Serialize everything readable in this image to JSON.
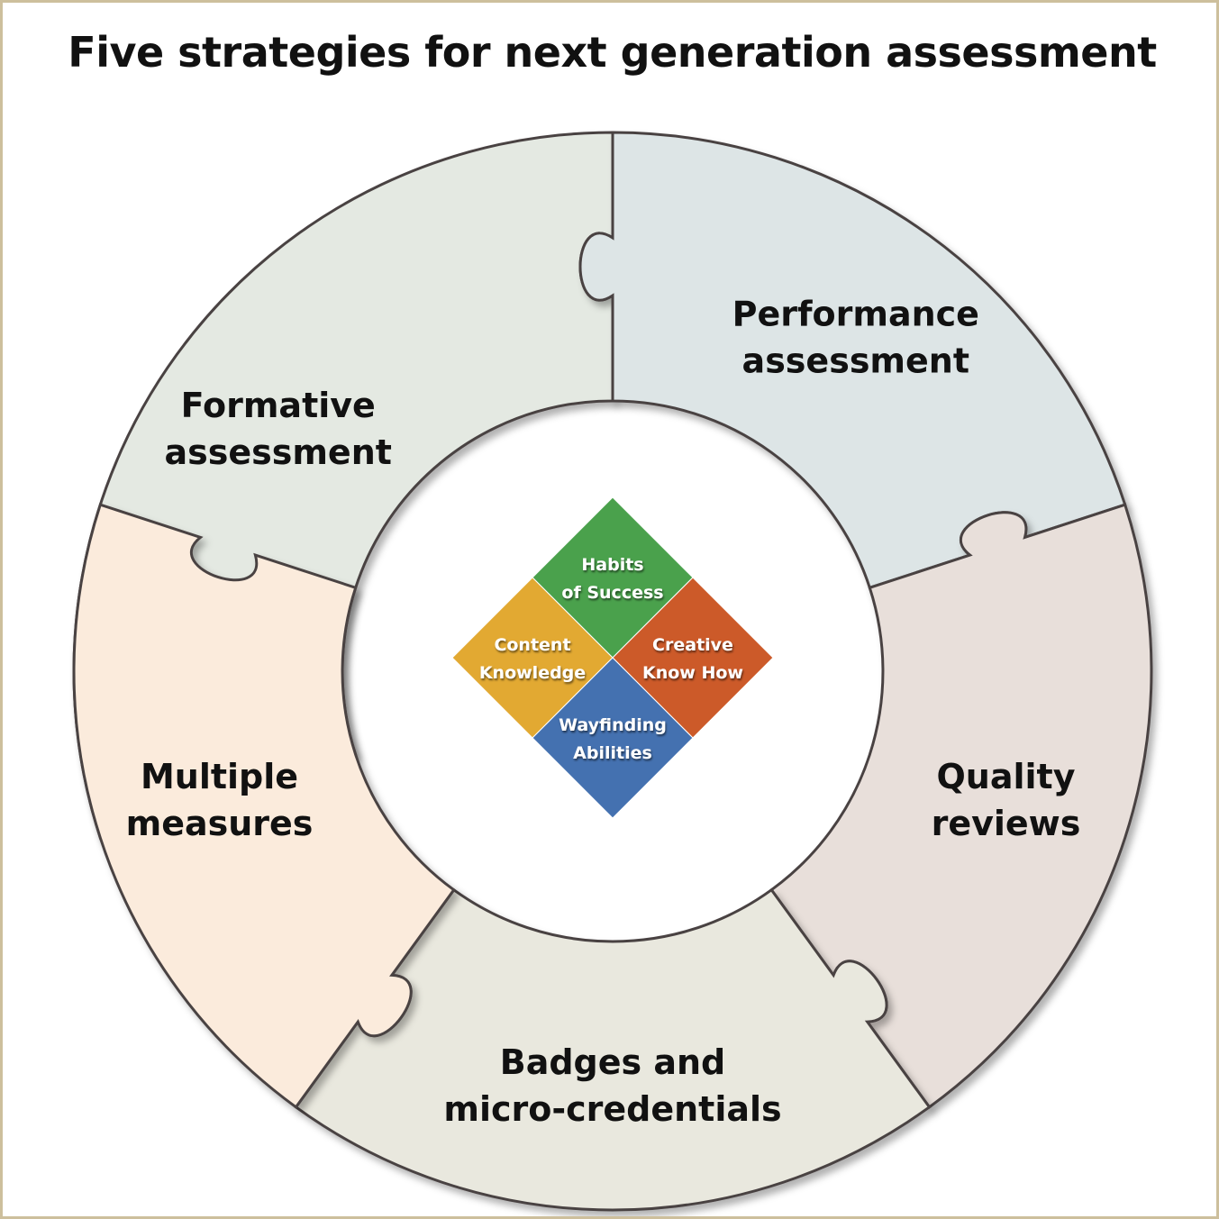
{
  "title": "Five strategies for next generation assessment",
  "ring_pieces": [
    {
      "id": "formative",
      "lines": [
        "Formative",
        "assessment"
      ],
      "color": "#e4e9e2"
    },
    {
      "id": "performance",
      "lines": [
        "Performance",
        "assessment"
      ],
      "color": "#dde5e6"
    },
    {
      "id": "quality",
      "lines": [
        "Quality",
        "reviews"
      ],
      "color": "#e8dfda"
    },
    {
      "id": "badges",
      "lines": [
        "Badges and",
        "micro-credentials"
      ],
      "color": "#e9e8de"
    },
    {
      "id": "multiple",
      "lines": [
        "Multiple",
        "measures"
      ],
      "color": "#fbebdc"
    }
  ],
  "center_tiles": [
    {
      "id": "habits",
      "lines": [
        "Habits",
        "of Success"
      ],
      "color": "#4aa14c"
    },
    {
      "id": "content",
      "lines": [
        "Content",
        "Knowledge"
      ],
      "color": "#e2a932"
    },
    {
      "id": "creative",
      "lines": [
        "Creative",
        "Know How"
      ],
      "color": "#cc5a29"
    },
    {
      "id": "wayfinding",
      "lines": [
        "Wayfinding",
        "Abilities"
      ],
      "color": "#4471b0"
    }
  ]
}
